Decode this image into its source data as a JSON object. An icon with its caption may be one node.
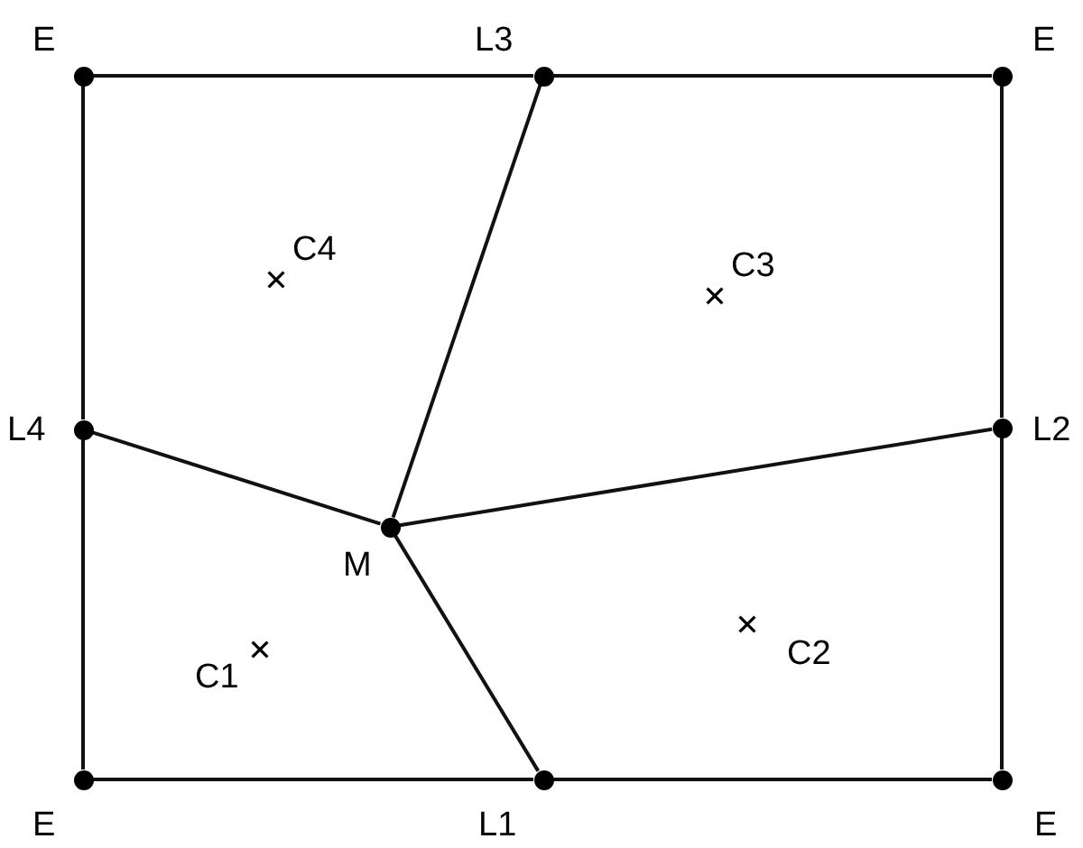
{
  "diagram": {
    "nodes": [
      {
        "text": [
          "E"
        ]
      },
      {
        "text": [
          "L3"
        ]
      },
      {
        "text": [
          "E"
        ]
      },
      {
        "text": [
          "L4"
        ]
      },
      {
        "text": [
          "L2"
        ]
      },
      {
        "text": [
          "M"
        ]
      },
      {
        "text": [
          "E"
        ]
      },
      {
        "text": [
          "L1"
        ]
      },
      {
        "text": [
          "E"
        ]
      }
    ],
    "edges": [
      {
        "from": 0,
        "to": 1,
        "arrow": "none"
      },
      {
        "from": 1,
        "to": 2,
        "arrow": "none"
      },
      {
        "from": 0,
        "to": 3,
        "arrow": "none"
      },
      {
        "from": 2,
        "to": 4,
        "arrow": "none"
      },
      {
        "from": 1,
        "to": 5,
        "arrow": "none"
      },
      {
        "from": 3,
        "to": 5,
        "arrow": "none"
      },
      {
        "from": 5,
        "to": 4,
        "arrow": "none"
      },
      {
        "from": 5,
        "to": 7,
        "arrow": "none"
      },
      {
        "from": 3,
        "to": 6,
        "arrow": "none"
      },
      {
        "from": 4,
        "to": 8,
        "arrow": "none"
      },
      {
        "from": 6,
        "to": 7,
        "arrow": "none"
      },
      {
        "from": 7,
        "to": 8,
        "arrow": "none"
      }
    ],
    "labels": [
      "C4",
      "C3",
      "C1",
      "C2"
    ]
  }
}
